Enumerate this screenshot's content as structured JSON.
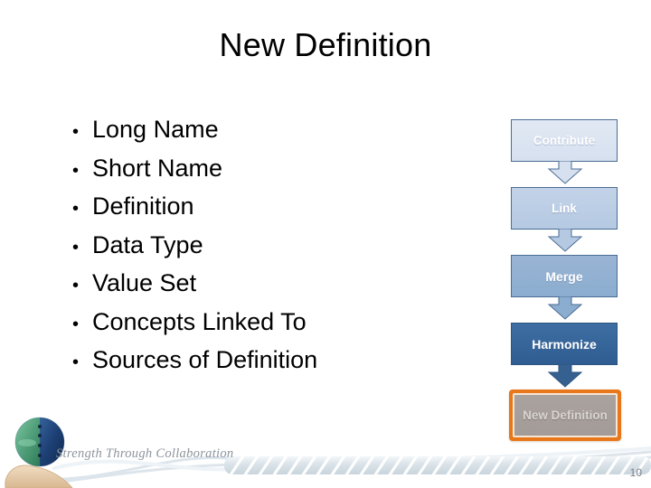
{
  "slide": {
    "title": "New Definition",
    "page_number": "10",
    "background_color": "#ffffff"
  },
  "bullets": {
    "marker": "•",
    "items": [
      {
        "label": "Long Name"
      },
      {
        "label": "Short Name"
      },
      {
        "label": "Definition"
      },
      {
        "label": "Data Type"
      },
      {
        "label": "Value Set"
      },
      {
        "label": "Concepts Linked To"
      },
      {
        "label": "Sources of Definition"
      }
    ]
  },
  "flowchart": {
    "orientation": "vertical-top-to-bottom",
    "steps": [
      {
        "label": "Contribute",
        "fill": "#dce5f2",
        "text_color": "#ffffff",
        "highlighted": false
      },
      {
        "label": "Link",
        "fill": "#bbcde5",
        "text_color": "#ffffff",
        "highlighted": false
      },
      {
        "label": "Merge",
        "fill": "#92b0d2",
        "text_color": "#ffffff",
        "highlighted": false
      },
      {
        "label": "Harmonize",
        "fill": "#36638f",
        "text_color": "#ffffff",
        "highlighted": false
      },
      {
        "label": "New Definition",
        "fill": "#a69f9b",
        "text_color": "#d9d4d0",
        "highlighted": true,
        "highlight_color": "#e8761a"
      }
    ],
    "connector": "down-arrow"
  },
  "footer": {
    "tagline": "Strength Through Collaboration",
    "logo_name": "sphere-in-hand-logo",
    "logo_colors": {
      "green": "#57a681",
      "navy": "#1d3f73",
      "hand": "#e3c9a8"
    },
    "rope_color": "#dfe7ec"
  }
}
